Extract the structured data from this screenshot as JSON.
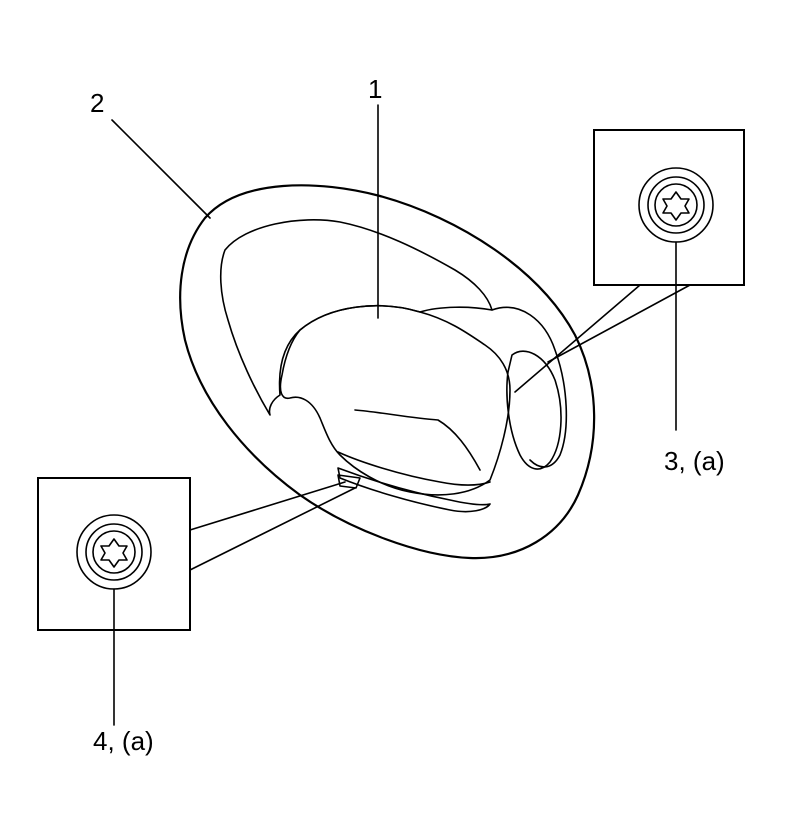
{
  "diagram": {
    "callouts": {
      "label_1": "1",
      "label_2": "2",
      "label_3": "3, (a)",
      "label_4": "4, (a)"
    },
    "components": [
      {
        "id": "1",
        "semantic": "airbag-module"
      },
      {
        "id": "2",
        "semantic": "steering-wheel"
      },
      {
        "id": "3",
        "semantic": "torx-bolt-right"
      },
      {
        "id": "4",
        "semantic": "torx-bolt-left"
      }
    ],
    "line_color": "#000000",
    "background_color": "#ffffff"
  }
}
